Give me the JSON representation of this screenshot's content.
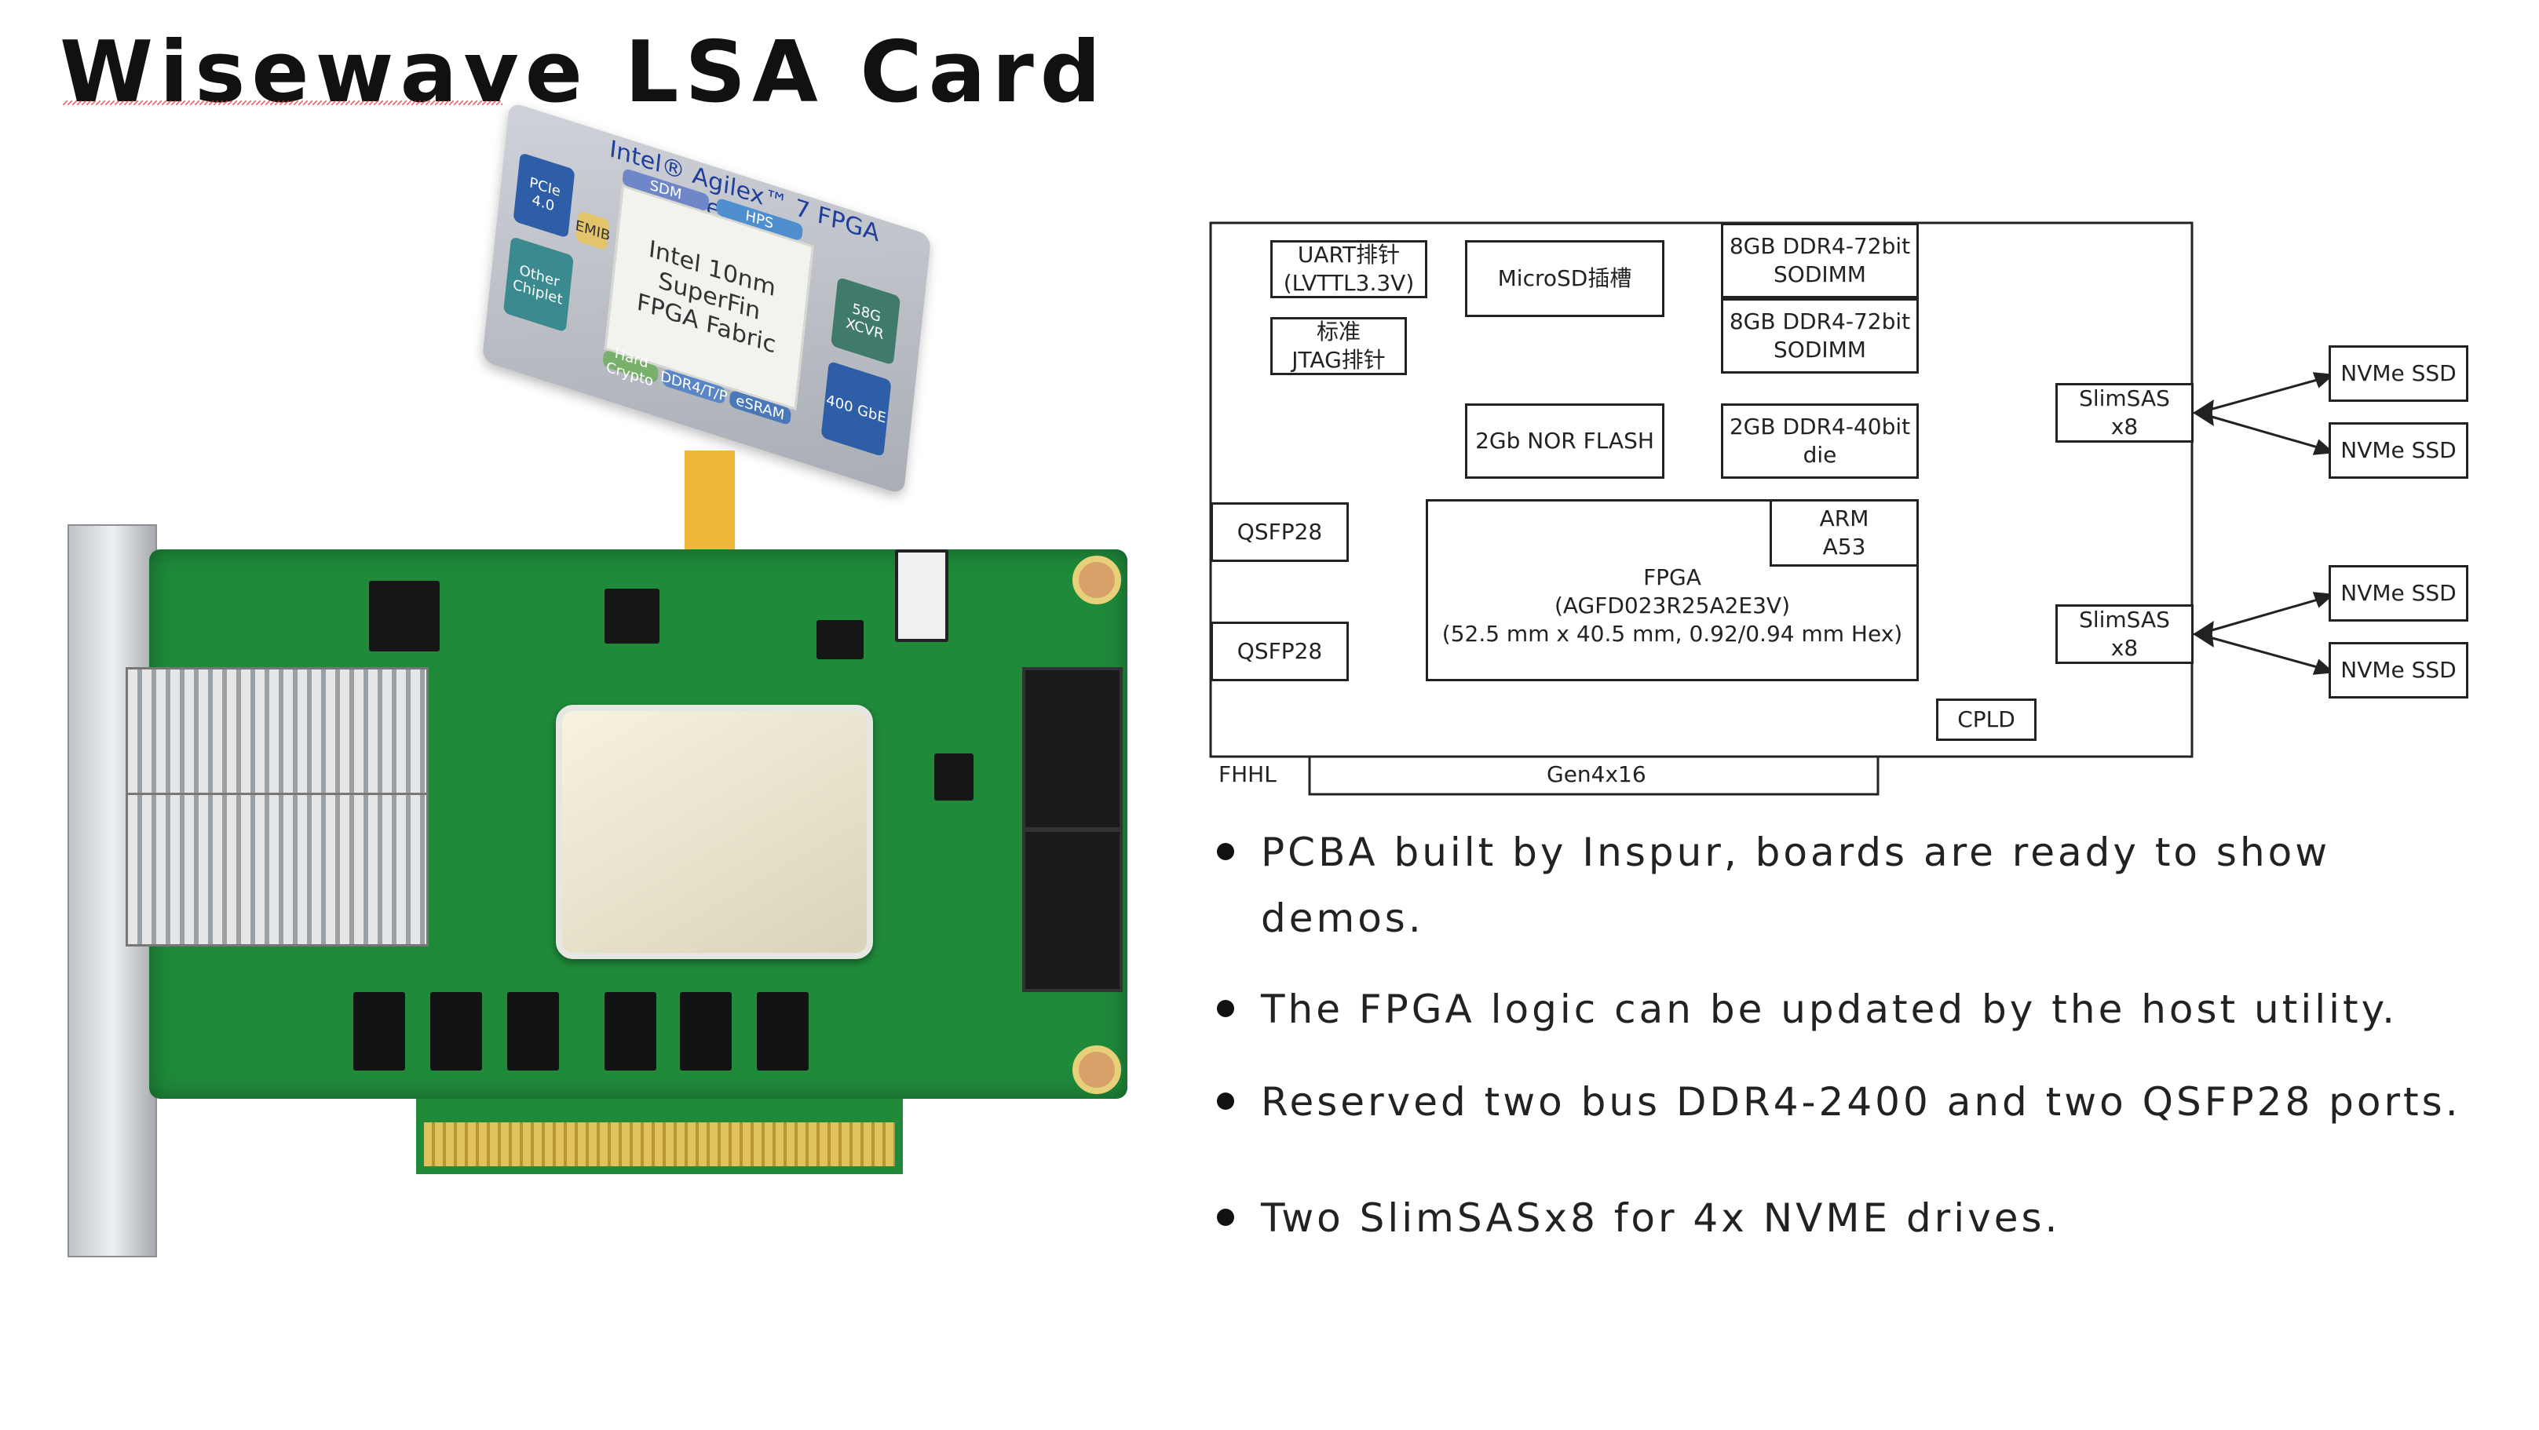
{
  "title": "Wisewave LSA Card",
  "chip": {
    "brand_line": "Intel® Agilex™ 7 FPGA",
    "series": "F-Series",
    "fabric": [
      "Intel 10nm",
      "SuperFin",
      "FPGA Fabric"
    ],
    "tiles": {
      "pcie": "PCIe 4.0",
      "other_chiplet": "Other Chiplet",
      "xcvr": "58G XCVR",
      "gbe": "400 GbE",
      "sdm": "SDM",
      "hps": "HPS",
      "hard_crypto": "Hard Crypto",
      "ddr": "DDR4/T/P",
      "esram": "eSRAM",
      "emib": "EMIB"
    }
  },
  "diagram": {
    "uart": [
      "UART排针",
      "(LVTTL3.3V)"
    ],
    "jtag": [
      "标准",
      "JTAG排针"
    ],
    "microsd": "MicroSD插槽",
    "sodimm_a": [
      "8GB DDR4-72bit",
      "SODIMM"
    ],
    "sodimm_b": [
      "8GB DDR4-72bit",
      "SODIMM"
    ],
    "nor_flash": "2Gb NOR FLASH",
    "ddr_die": [
      "2GB DDR4-40bit",
      "die"
    ],
    "qsfp_top": "QSFP28",
    "qsfp_bottom": "QSFP28",
    "fpga": [
      "FPGA",
      "(AGFD023R25A2E3V)",
      "(52.5 mm x 40.5 mm, 0.92/0.94 mm Hex)"
    ],
    "arm": [
      "ARM",
      "A53"
    ],
    "slimsas_top": [
      "SlimSAS",
      "x8"
    ],
    "slimsas_bottom": [
      "SlimSAS",
      "x8"
    ],
    "cpld": "CPLD",
    "fhhl": "FHHL",
    "gen4": "Gen4x16",
    "nvme": [
      "NVMe SSD",
      "NVMe SSD",
      "NVMe SSD",
      "NVMe SSD"
    ]
  },
  "bullets": [
    [
      "PCBA built by Inspur, boards are ready to show",
      "demos."
    ],
    [
      "The FPGA logic can be updated by the host utility."
    ],
    [
      "Reserved two bus DDR4-2400 and two QSFP28 ports."
    ],
    [
      "Two SlimSASx8 for 4x NVME drives."
    ]
  ],
  "colors": {
    "arrow": "#f0b63a",
    "pcb": "#1f8a3a",
    "chip_text": "#1f3f9a"
  }
}
